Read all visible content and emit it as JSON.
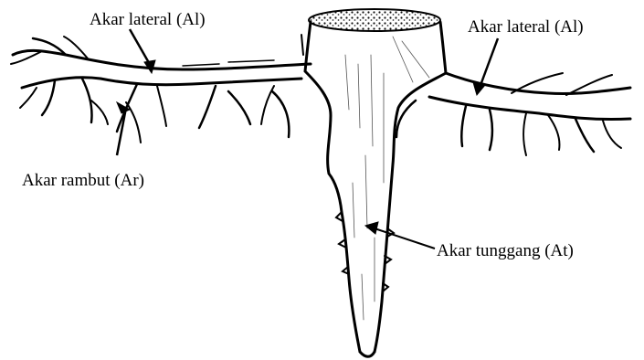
{
  "labels": {
    "lateral_left": "Akar lateral (Al)",
    "lateral_right": "Akar lateral (Al)",
    "rambut": "Akar rambut (Ar)",
    "tunggang": "Akar tunggang (At)"
  },
  "colors": {
    "ink": "#000000",
    "background": "#ffffff"
  }
}
